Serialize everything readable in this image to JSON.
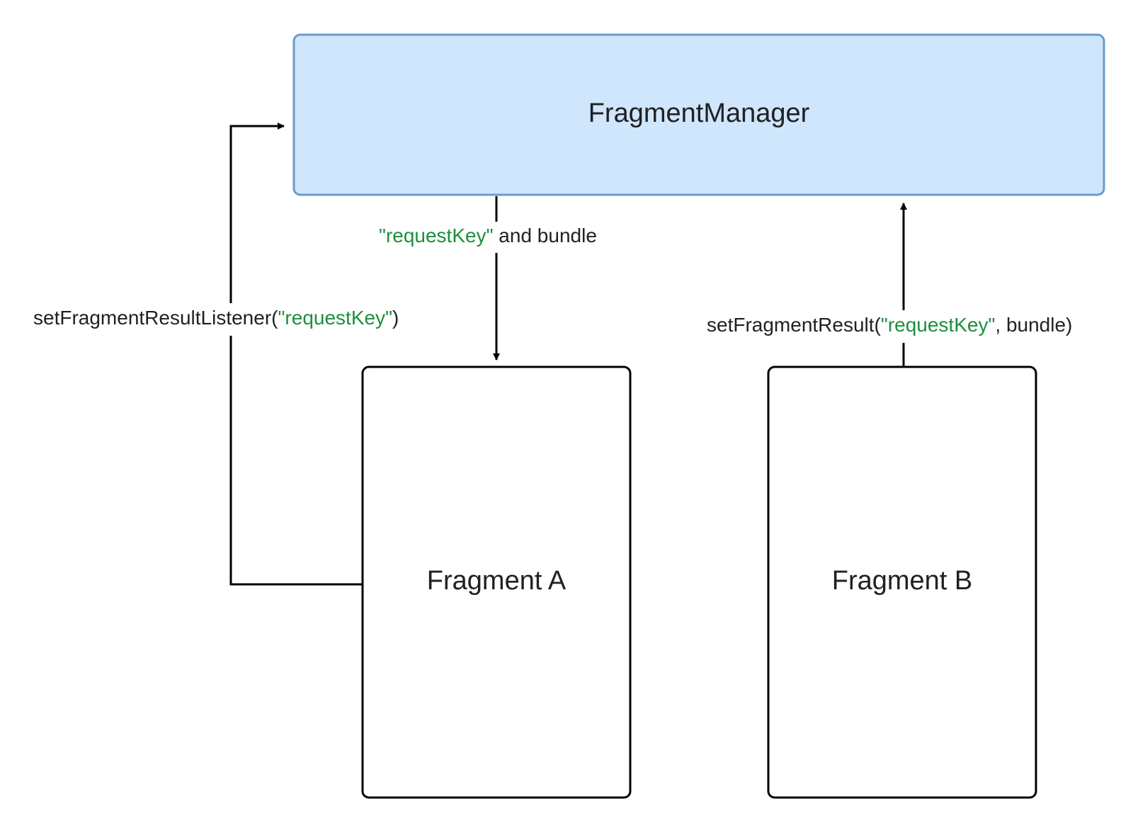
{
  "colors": {
    "manager_fill": "#cfe6fc",
    "manager_stroke": "#6a9bcf",
    "stroke": "#000000",
    "text": "#202124",
    "key_green": "#1e8e3e"
  },
  "nodes": {
    "manager": {
      "label": "FragmentManager"
    },
    "fragment_a": {
      "label": "Fragment A"
    },
    "fragment_b": {
      "label": "Fragment B"
    }
  },
  "edges": {
    "listener": {
      "prefix": "setFragmentResultListener(",
      "key": "\"requestKey\"",
      "suffix": ")"
    },
    "deliver": {
      "key": "\"requestKey\"",
      "suffix": " and bundle"
    },
    "set_result": {
      "prefix": "setFragmentResult(",
      "key": "\"requestKey\"",
      "suffix": ", bundle)"
    }
  }
}
